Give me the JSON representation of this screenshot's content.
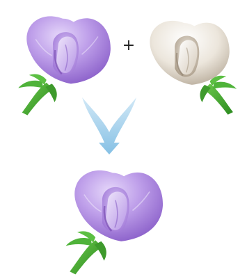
{
  "diagram": {
    "operator_symbol": "+",
    "parents": [
      {
        "role": "parent-1",
        "flower_color": "purple"
      },
      {
        "role": "parent-2",
        "flower_color": "white"
      }
    ],
    "offspring": {
      "role": "offspring",
      "flower_color": "purple"
    },
    "arrow": {
      "direction": "down",
      "color": "#8fc6e6"
    },
    "colors": {
      "purple_light": "#cdb2ef",
      "purple_mid": "#a982dc",
      "purple_dark": "#6e3fa8",
      "white_light": "#faf8f3",
      "white_mid": "#e3dbcf",
      "white_dark": "#9d8f7d",
      "stem_green": "#3aa12c",
      "stem_dark": "#1f6e18"
    }
  }
}
